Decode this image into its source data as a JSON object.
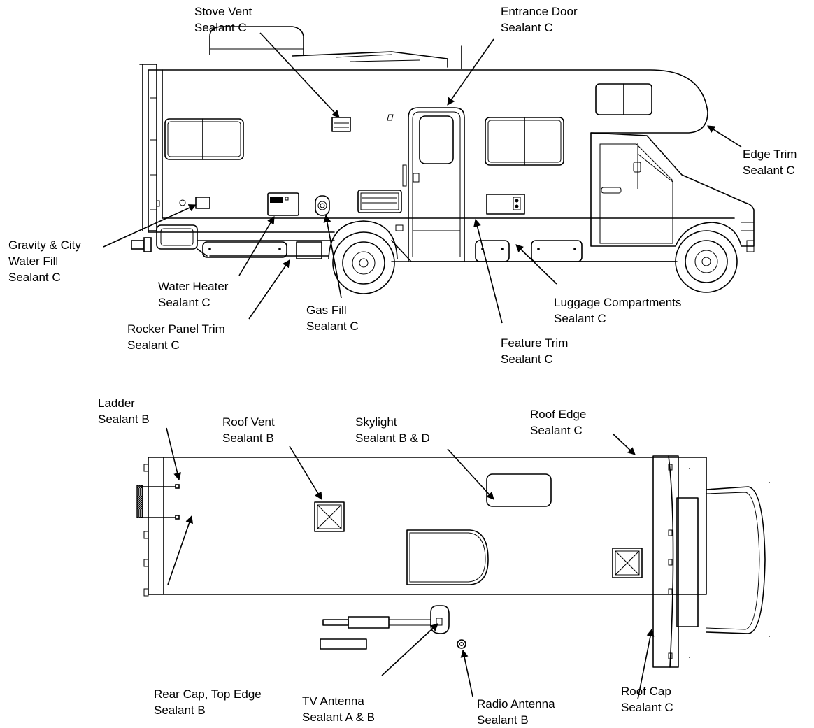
{
  "side_view": {
    "labels": {
      "stove_vent": [
        "Stove Vent",
        "Sealant C"
      ],
      "entrance_door": [
        "Entrance Door",
        "Sealant C"
      ],
      "edge_trim": [
        "Edge Trim",
        "Sealant C"
      ],
      "water_fill": [
        "Gravity & City",
        "Water Fill",
        "Sealant C"
      ],
      "water_heater": [
        "Water Heater",
        "Sealant C"
      ],
      "gas_fill": [
        "Gas Fill",
        "Sealant C"
      ],
      "rocker_panel": [
        "Rocker Panel Trim",
        "Sealant C"
      ],
      "luggage": [
        "Luggage Compartments",
        "Sealant C"
      ],
      "feature_trim": [
        "Feature Trim",
        "Sealant C"
      ]
    }
  },
  "top_view": {
    "labels": {
      "ladder": [
        "Ladder",
        "Sealant B"
      ],
      "roof_vent": [
        "Roof Vent",
        "Sealant B"
      ],
      "skylight": [
        "Skylight",
        "Sealant B & D"
      ],
      "roof_edge": [
        "Roof Edge",
        "Sealant C"
      ],
      "rear_cap": [
        "Rear Cap, Top Edge",
        "Sealant B"
      ],
      "tv_antenna": [
        "TV Antenna",
        "Sealant A & B"
      ],
      "radio_antenna": [
        "Radio Antenna",
        "Sealant B"
      ],
      "roof_cap": [
        "Roof Cap",
        "Sealant C"
      ]
    }
  }
}
